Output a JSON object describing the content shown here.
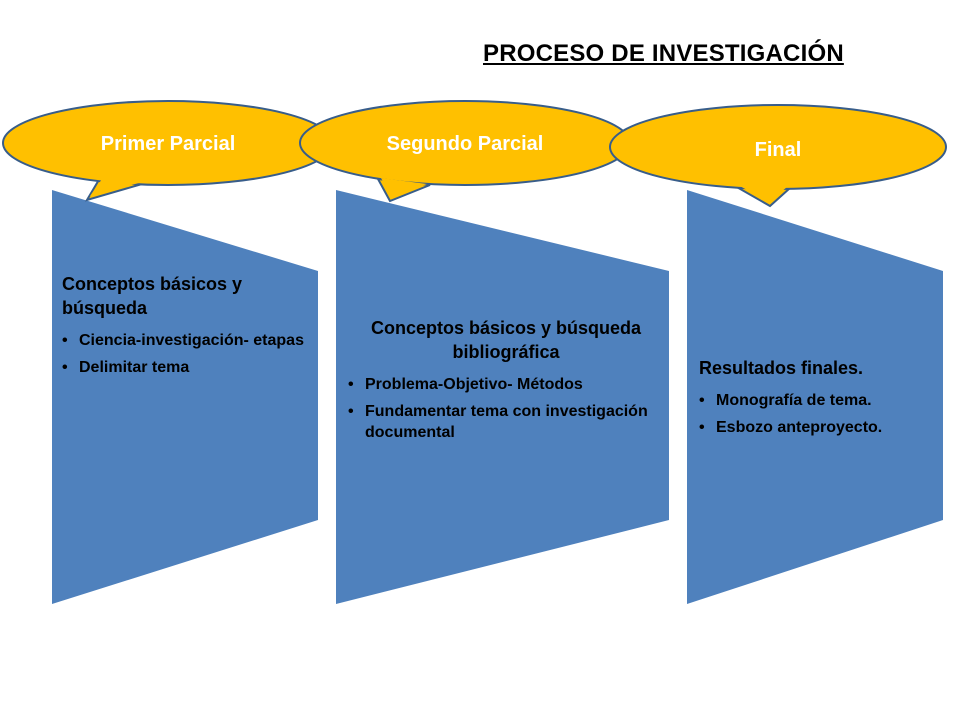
{
  "title": "PROCESO DE INVESTIGACIÓN",
  "colors": {
    "panel_fill": "#4f81bd",
    "balloon_fill": "#ffc000",
    "balloon_stroke": "#385d8a",
    "balloon_text": "#ffffff"
  },
  "stages": [
    {
      "label": "Primer Parcial",
      "heading": "Conceptos básicos y búsqueda",
      "bullets": [
        "Ciencia-investigación- etapas",
        "Delimitar tema"
      ]
    },
    {
      "label": "Segundo  Parcial",
      "heading": "Conceptos básicos y búsqueda bibliográfica",
      "bullets": [
        "Problema-Objetivo- Métodos",
        "Fundamentar tema con investigación documental"
      ]
    },
    {
      "label": "Final",
      "heading": "Resultados finales.",
      "bullets": [
        "Monografía de tema.",
        "Esbozo anteproyecto."
      ]
    }
  ]
}
